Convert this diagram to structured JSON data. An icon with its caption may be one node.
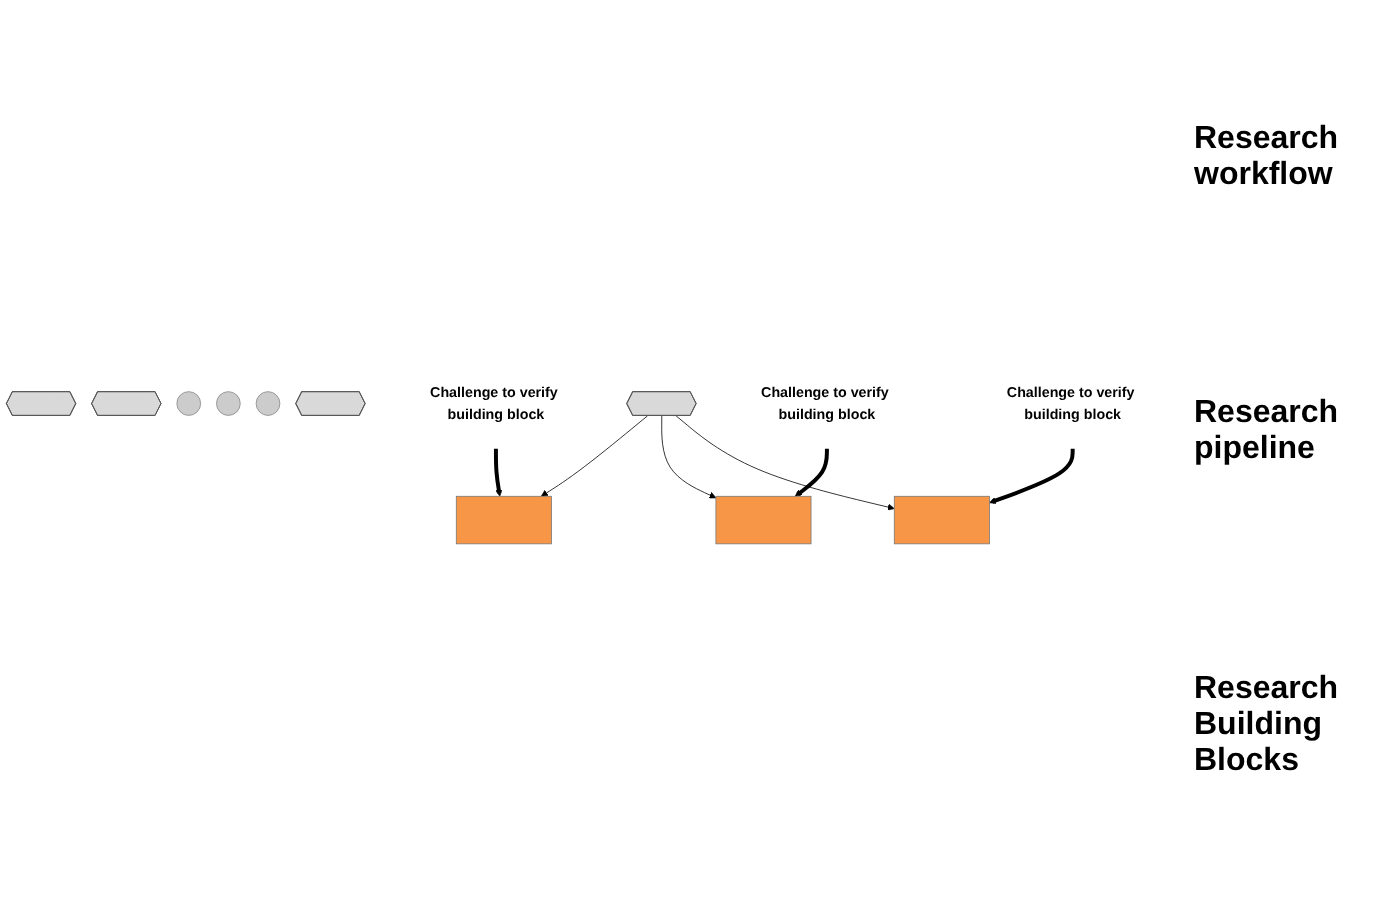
{
  "diagram": {
    "nodes": [
      {
        "text": [],
        "shape": "chevron"
      },
      {
        "text": [],
        "shape": "chevron"
      },
      {
        "text": [],
        "shape": "circle"
      },
      {
        "text": [],
        "shape": "circle"
      },
      {
        "text": [],
        "shape": "circle"
      },
      {
        "text": [],
        "shape": "chevron"
      },
      {
        "text": [],
        "shape": "chevron"
      },
      {
        "text": [],
        "shape": "box"
      },
      {
        "text": [],
        "shape": "box"
      },
      {
        "text": [],
        "shape": "box"
      },
      {
        "text": [
          "Challenge to verify building block"
        ]
      },
      {
        "text": [
          "Challenge to verify building block"
        ]
      },
      {
        "text": [
          "Challenge to verify building block"
        ]
      }
    ],
    "edges": [
      {
        "from": 6,
        "to": 7,
        "arrow": "to"
      },
      {
        "from": 6,
        "to": 8,
        "arrow": "to"
      },
      {
        "from": 6,
        "to": 9,
        "arrow": "to"
      },
      {
        "from": 10,
        "to": 7,
        "arrow": "to",
        "style": "thick"
      },
      {
        "from": 11,
        "to": 8,
        "arrow": "to",
        "style": "thick"
      },
      {
        "from": 12,
        "to": 9,
        "arrow": "to",
        "style": "thick"
      }
    ],
    "labels": [
      "Research workflow",
      "Research pipeline",
      "Research Building Blocks"
    ]
  }
}
